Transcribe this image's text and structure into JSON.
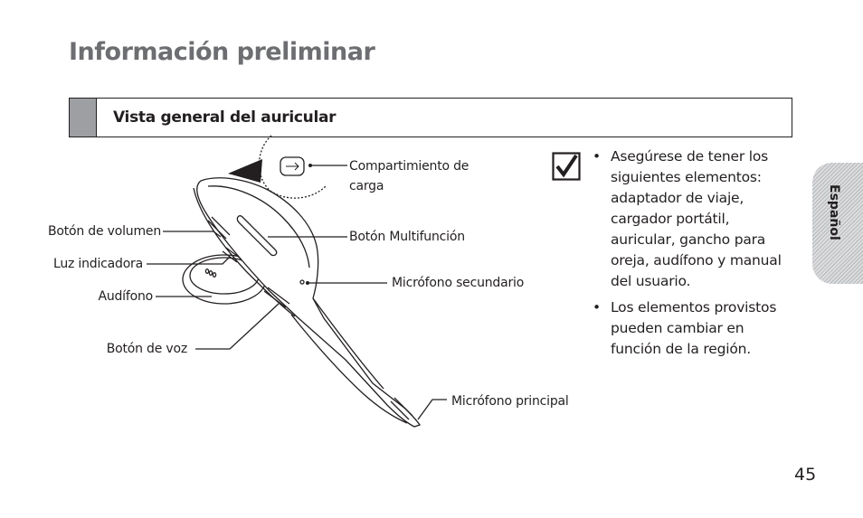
{
  "page": {
    "title": "Información preliminar",
    "section_title": "Vista general del auricular",
    "side_tab": "Español",
    "page_number": "45"
  },
  "diagram": {
    "labels": {
      "charging_compartment": "Compartimiento de carga",
      "volume_button": "Botón de volumen",
      "multifunction_button": "Botón Multifunción",
      "indicator_light": "Luz indicadora",
      "secondary_microphone": "Micrófono secundario",
      "earpiece": "Audífono",
      "voice_button": "Botón de voz",
      "main_microphone": "Micrófono principal"
    }
  },
  "notes": {
    "icon": "checkbox-checkmark-icon",
    "items": [
      "Asegúrese de tener los siguientes elementos: adaptador de viaje, cargador portátil, auricular, gancho para oreja, audífono y manual del usuario.",
      "Los elementos provistos pueden cambiar en función de la región."
    ]
  },
  "colors": {
    "title_gray": "#6d6e71",
    "section_tab_gray": "#9d9fa2",
    "text": "#231f20"
  }
}
